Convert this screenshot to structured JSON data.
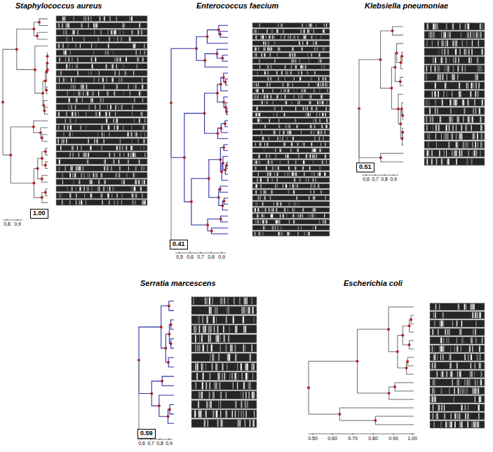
{
  "diagram": {
    "nodes": [
      {
        "text": [
          "1.00"
        ]
      },
      {
        "text": [
          "0.41"
        ]
      },
      {
        "text": [
          "0.51"
        ]
      },
      {
        "text": [
          "0.59"
        ]
      }
    ],
    "labels": [
      "Staphylococcus aureus",
      "Enterococcus faecium",
      "Klebsiella pneumoniae",
      "Serratia marcescens",
      "Escherichia coli",
      "0,8",
      "0,9",
      "0,5",
      "0,6",
      "0,7",
      "0,8",
      "0,9",
      "0,6",
      "0,7",
      "0,8",
      "0,9",
      "0,6",
      "0,7",
      "0,8",
      "0,9",
      "0.50",
      "0.60",
      "0.70",
      "0.80",
      "0.90",
      "1.00"
    ]
  }
}
